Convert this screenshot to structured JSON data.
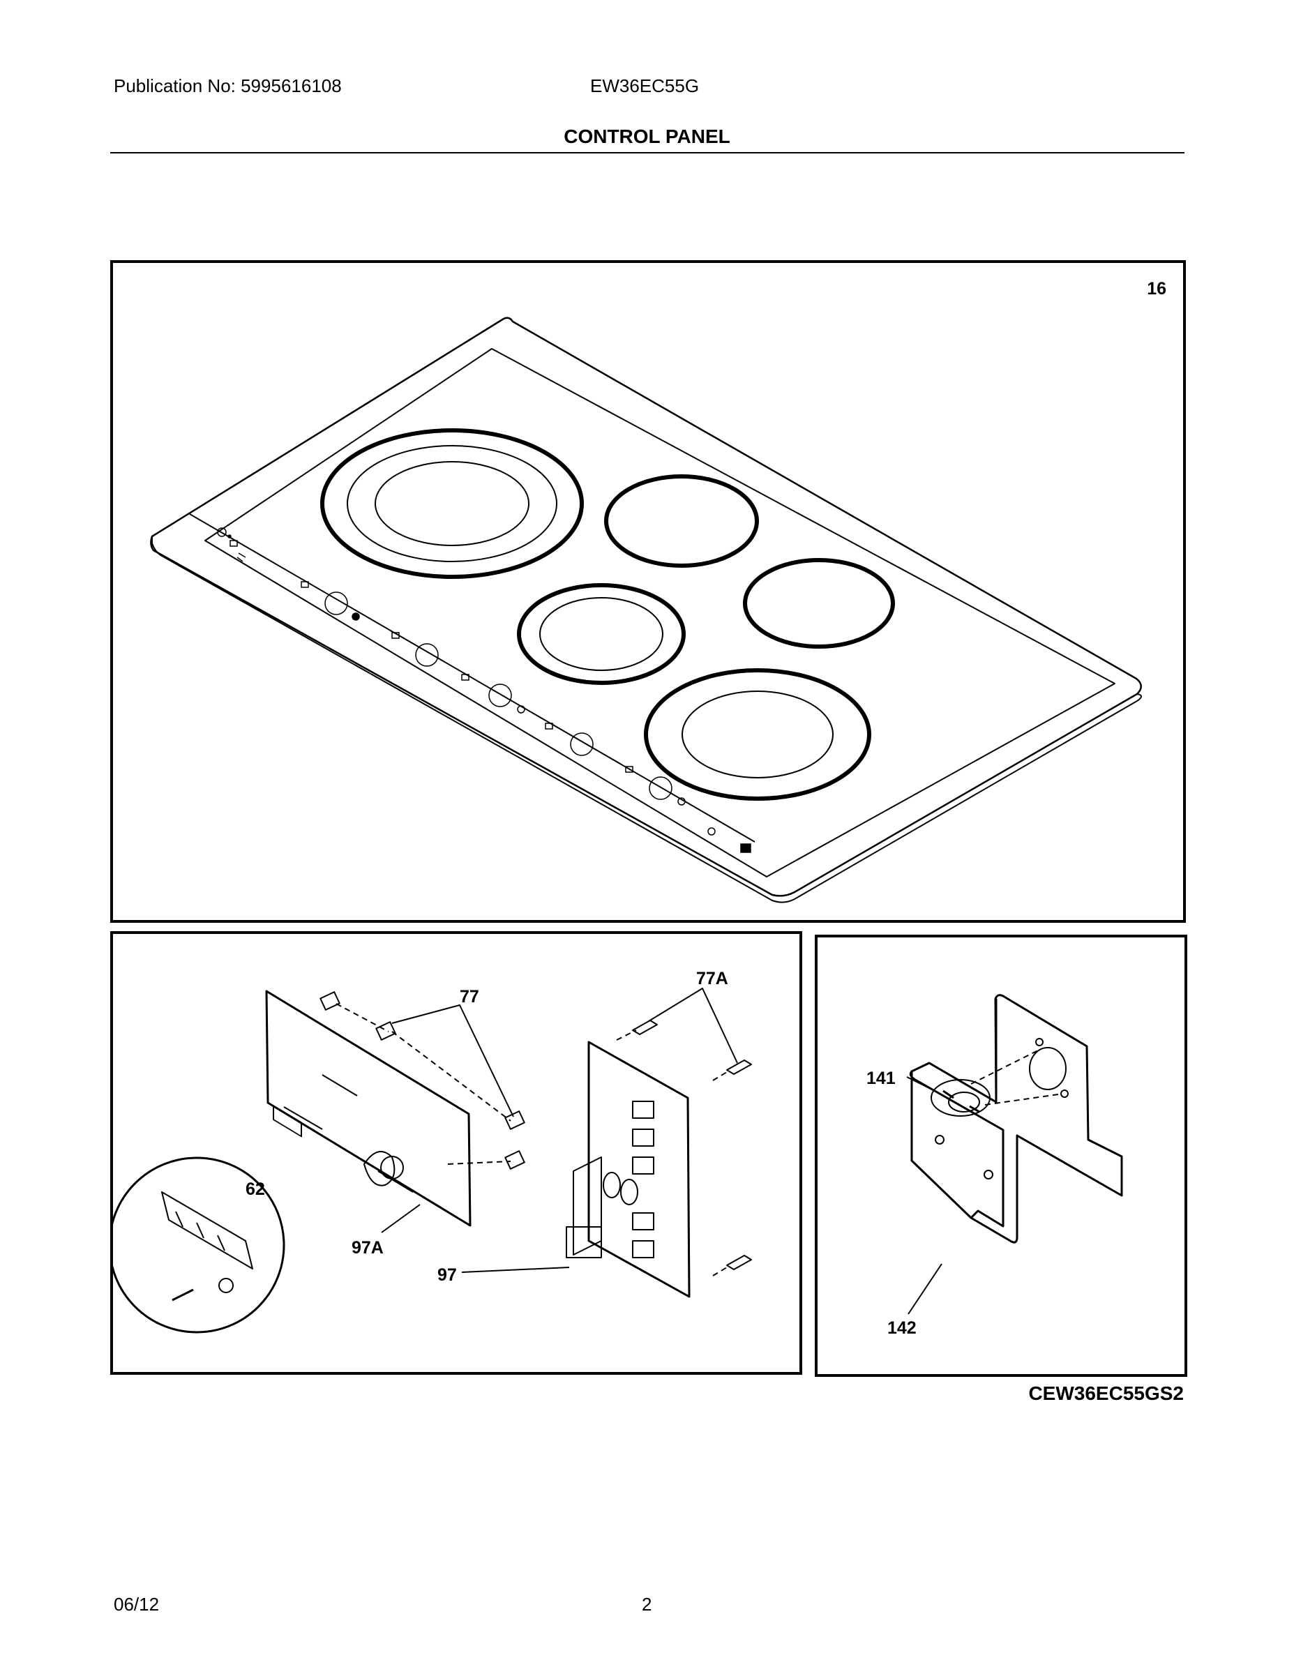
{
  "header": {
    "publication": "Publication No: 5995616108",
    "model": "EW36EC55G",
    "title": "CONTROL PANEL"
  },
  "diagram": {
    "top_panel_label": "16",
    "callouts": {
      "c77": "77",
      "c77a": "77A",
      "c62": "62",
      "c97a": "97A",
      "c97": "97",
      "c141": "141",
      "c142": "142"
    }
  },
  "footer": {
    "reference": "CEW36EC55GS2",
    "date": "06/12",
    "page": "2"
  }
}
